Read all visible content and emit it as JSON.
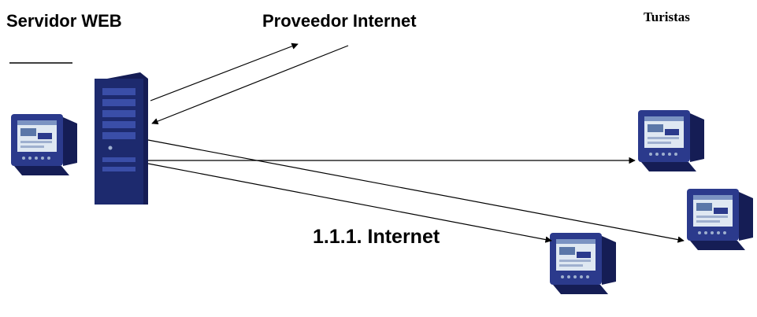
{
  "labels": {
    "servidor_web": "Servidor WEB",
    "proveedor_internet": "Proveedor Internet",
    "turistas": "Turistas",
    "internet": "1.1.1.  Internet"
  },
  "colors": {
    "monitor_body": "#2b3a8c",
    "monitor_dark": "#151d55",
    "screen": "#dfe8f2",
    "tower": "#1d2a6e",
    "line": "#000000"
  },
  "icons": [
    "server-tower-icon",
    "monitor-icon"
  ]
}
